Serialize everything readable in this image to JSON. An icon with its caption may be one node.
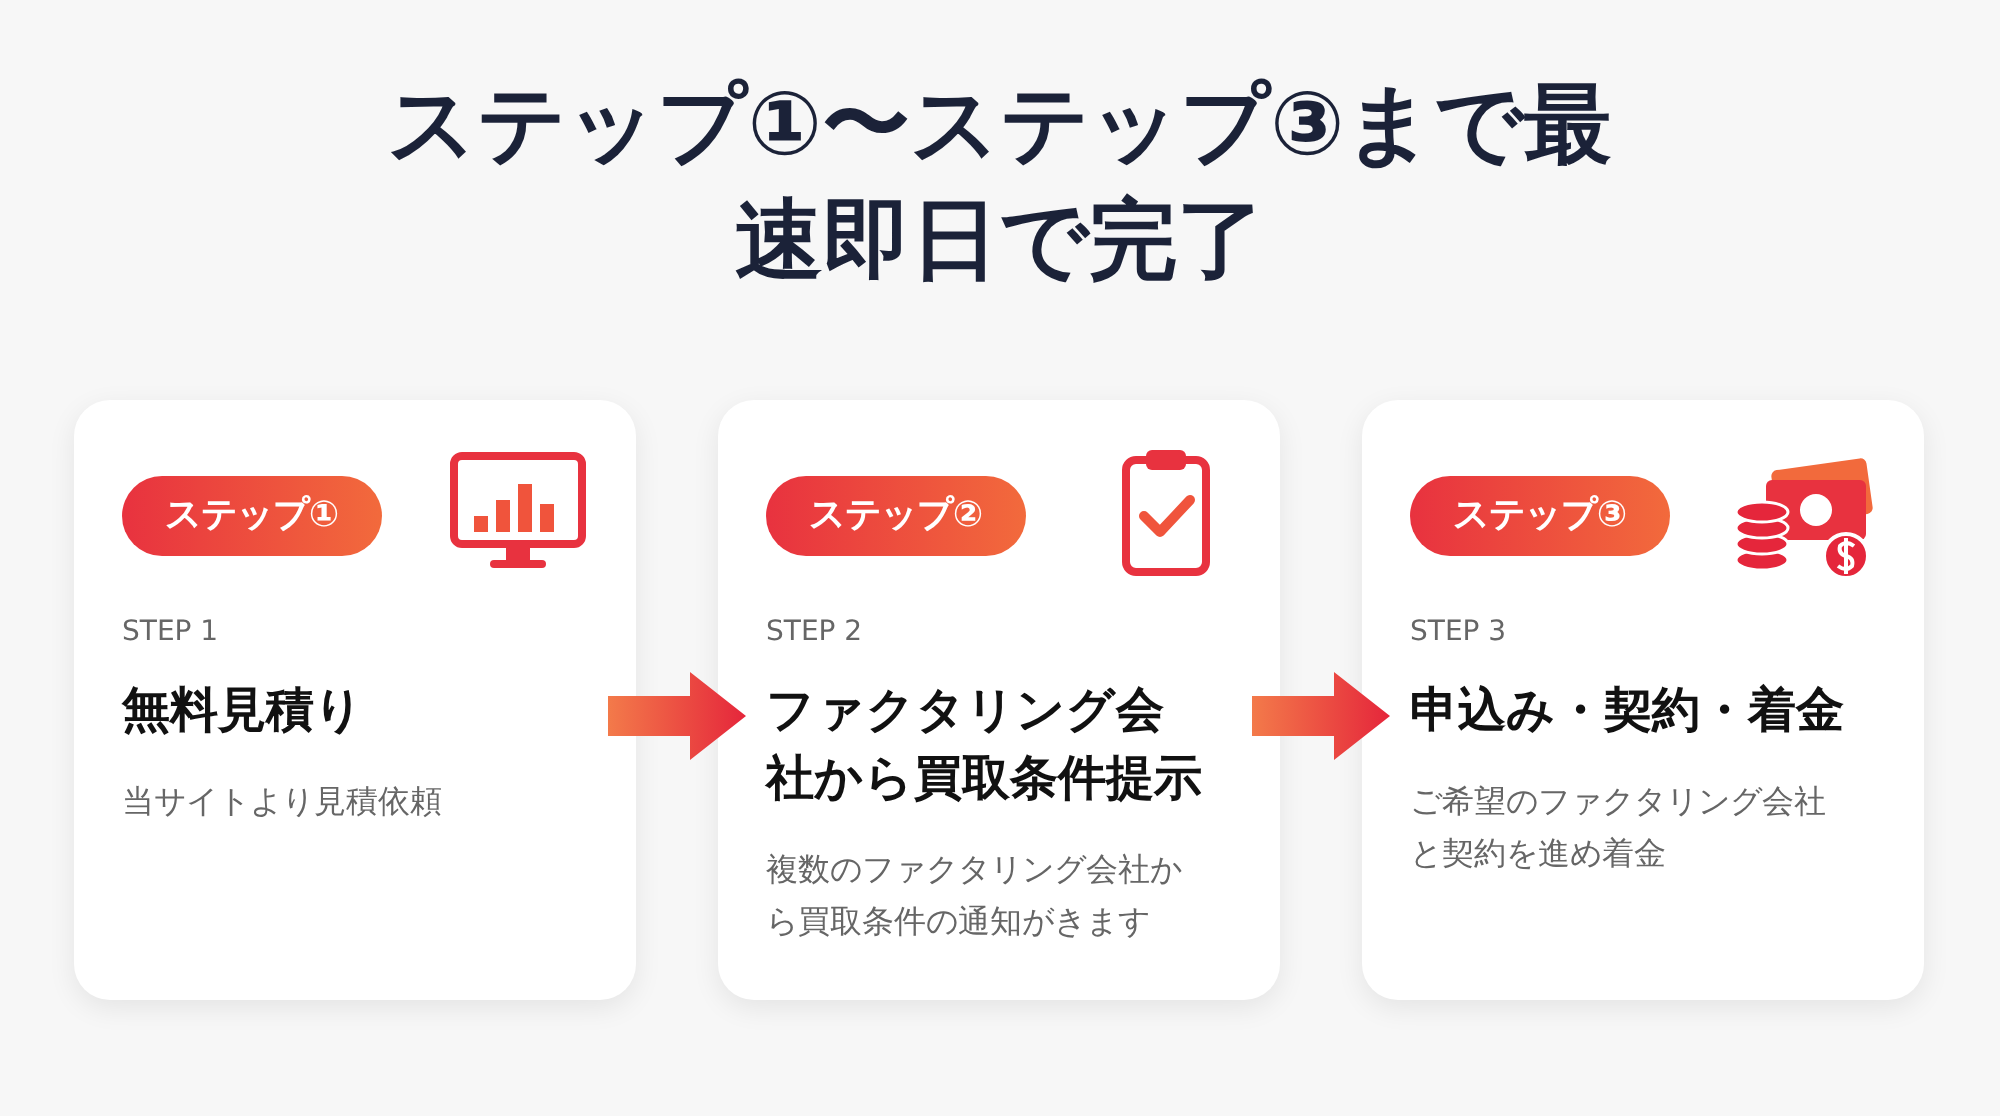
{
  "diagram": {
    "title": "ステップ①〜ステップ③まで最速即日で完了",
    "nodes": [
      {
        "text": [
          "STEP 1",
          "無料見積り",
          "当サイトより見積依頼"
        ]
      },
      {
        "text": [
          "ステップ①"
        ],
        "in": 0
      },
      {
        "text": [
          "STEP 2",
          "ファクタリング会社から買取条件提示",
          "複数のファクタリング会社から買取条件の通知がきます"
        ]
      },
      {
        "text": [
          "ステップ②"
        ],
        "in": 2
      },
      {
        "text": [
          "STEP 3",
          "申込み・契約・着金",
          "ご希望のファクタリング会社と契約を進め着金"
        ]
      },
      {
        "text": [
          "ステップ③"
        ],
        "in": 4
      }
    ],
    "edges": [
      {
        "from": 0,
        "to": 2,
        "arrow": "to"
      },
      {
        "from": 2,
        "to": 4,
        "arrow": "to"
      }
    ]
  }
}
